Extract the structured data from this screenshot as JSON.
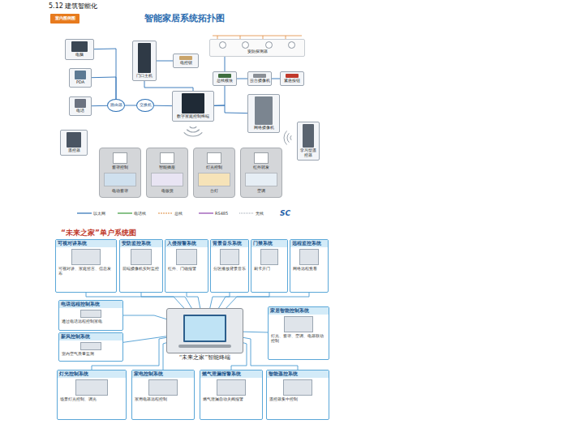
{
  "diagram": {
    "title": "智能家居系统拓扑图",
    "nodes": [
      {
        "text": [
          "室内图例图"
        ]
      },
      {
        "text": [
          "电脑"
        ]
      },
      {
        "text": [
          "PDA"
        ]
      },
      {
        "text": [
          "电话"
        ]
      },
      {
        "text": [
          "遥控器"
        ]
      },
      {
        "text": [
          "路由器"
        ]
      },
      {
        "text": [
          "交换机"
        ]
      },
      {
        "text": [
          "门口主机"
        ]
      },
      {
        "text": [
          "电控锁"
        ]
      },
      {
        "text": [
          "数字家庭控制终端"
        ]
      },
      {
        "text": [
          "安防探测器"
        ]
      },
      {
        "text": [
          "总线模块"
        ]
      },
      {
        "text": [
          "云台摄像机"
        ]
      },
      {
        "text": [
          "紧急按钮"
        ]
      },
      {
        "text": [
          "网络摄像机"
        ]
      },
      {
        "text": [
          "学习型遥控器"
        ]
      },
      {
        "text": [
          "窗帘控制",
          "电动窗帘"
        ]
      },
      {
        "text": [
          "智能插座",
          "电饭煲"
        ]
      },
      {
        "text": [
          "灯光控制",
          "台灯"
        ]
      },
      {
        "text": [
          "红外转发",
          "空调"
        ]
      },
      {
        "text": [
          "可视对讲系统",
          "可视对讲、家庭留言、信息发布"
        ]
      },
      {
        "text": [
          "安防监控系统",
          "前端摄像机实时监控"
        ]
      },
      {
        "text": [
          "入侵报警系统",
          "红外、门磁报警"
        ]
      },
      {
        "text": [
          "背景音乐系统",
          "分区播放背景音乐"
        ]
      },
      {
        "text": [
          "门禁系统",
          "刷卡开门"
        ]
      },
      {
        "text": [
          "远程监控系统",
          "网络远程查看"
        ]
      },
      {
        "text": [
          "电话远程控制系统",
          "通过电话远程控制家电"
        ]
      },
      {
        "text": [
          "新风控制系统",
          "室内空气质量监测"
        ]
      },
      {
        "text": [
          "“未来之家”智能终端"
        ]
      },
      {
        "text": [
          "家居智能控制系统",
          "灯光、窗帘、空调、电器联动控制"
        ]
      },
      {
        "text": [
          "灯光控制系统",
          "场景灯光控制、调光"
        ]
      },
      {
        "text": [
          "家电控制系统",
          "家用电器远程控制"
        ]
      },
      {
        "text": [
          "燃气泄漏报警系统",
          "燃气泄漏自动关阀报警"
        ]
      },
      {
        "text": [
          "智能遥控系统",
          "遥控器集中控制"
        ]
      }
    ],
    "edges": [
      {
        "from": 1,
        "to": 5,
        "arrow": "none"
      },
      {
        "from": 2,
        "to": 5,
        "arrow": "none"
      },
      {
        "from": 3,
        "to": 5,
        "arrow": "none"
      },
      {
        "from": 5,
        "to": 6,
        "arrow": "none"
      },
      {
        "from": 6,
        "to": 9,
        "arrow": "none"
      },
      {
        "from": 7,
        "to": 9,
        "arrow": "none"
      },
      {
        "from": 7,
        "to": 8,
        "arrow": "none"
      },
      {
        "from": 9,
        "to": 14,
        "arrow": "none"
      },
      {
        "from": 9,
        "to": 11,
        "arrow": "none"
      },
      {
        "from": 10,
        "to": 11,
        "arrow": "none"
      },
      {
        "from": 11,
        "to": 12,
        "arrow": "none"
      },
      {
        "from": 12,
        "to": 13,
        "arrow": "none"
      },
      {
        "from": 20,
        "to": 28,
        "arrow": "none"
      },
      {
        "from": 21,
        "to": 28,
        "arrow": "none"
      },
      {
        "from": 22,
        "to": 28,
        "arrow": "none"
      },
      {
        "from": 23,
        "to": 28,
        "arrow": "none"
      },
      {
        "from": 24,
        "to": 28,
        "arrow": "none"
      },
      {
        "from": 25,
        "to": 28,
        "arrow": "none"
      },
      {
        "from": 26,
        "to": 28,
        "arrow": "none"
      },
      {
        "from": 27,
        "to": 28,
        "arrow": "none"
      },
      {
        "from": 29,
        "to": 28,
        "arrow": "none"
      },
      {
        "from": 30,
        "to": 28,
        "arrow": "none"
      },
      {
        "from": 31,
        "to": 28,
        "arrow": "none"
      },
      {
        "from": 32,
        "to": 28,
        "arrow": "none"
      },
      {
        "from": 33,
        "to": 28,
        "arrow": "none"
      }
    ],
    "labels": [
      "5.12 建筑智能化",
      "“未来之家”单户系统图",
      "SC"
    ],
    "legend": [
      {
        "text": "以太网"
      },
      {
        "text": "电话线"
      },
      {
        "text": "总线"
      },
      {
        "text": "RS485"
      },
      {
        "text": "无线"
      }
    ]
  }
}
